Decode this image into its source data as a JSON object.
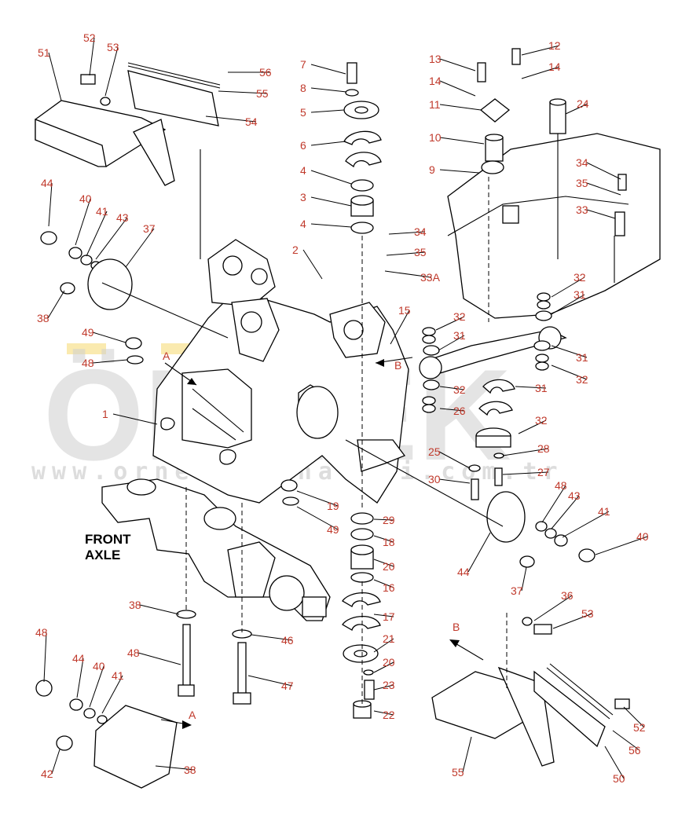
{
  "watermark": {
    "brand": "ÖRNEK",
    "url": "www.ornekmakinalari.com.tr",
    "accent_color": "#f0c419"
  },
  "labels": {
    "front_axle_line1": "FRONT",
    "front_axle_line2": "AXLE",
    "view_a": "A",
    "view_b": "B"
  },
  "callouts": [
    "51",
    "52",
    "53",
    "56",
    "55",
    "54",
    "44",
    "40",
    "41",
    "43",
    "37",
    "38",
    "49",
    "48",
    "1",
    "7",
    "8",
    "5",
    "6",
    "4",
    "3",
    "4",
    "2",
    "34",
    "35",
    "33A",
    "15",
    "13",
    "12",
    "14",
    "14",
    "11",
    "24",
    "10",
    "9",
    "34",
    "35",
    "33",
    "32",
    "31",
    "32",
    "31",
    "31",
    "32",
    "32",
    "31",
    "26",
    "32",
    "25",
    "28",
    "30",
    "27",
    "29",
    "18",
    "20",
    "16",
    "17",
    "21",
    "20",
    "23",
    "22",
    "19",
    "49",
    "48",
    "43",
    "41",
    "40",
    "44",
    "37",
    "38",
    "48",
    "46",
    "47",
    "48",
    "44",
    "40",
    "41",
    "42",
    "38",
    "36",
    "53",
    "52",
    "56",
    "55",
    "50",
    "54"
  ],
  "colors": {
    "callout": "#c0392b",
    "ink": "#000000",
    "watermark": "#cfcfcf"
  }
}
